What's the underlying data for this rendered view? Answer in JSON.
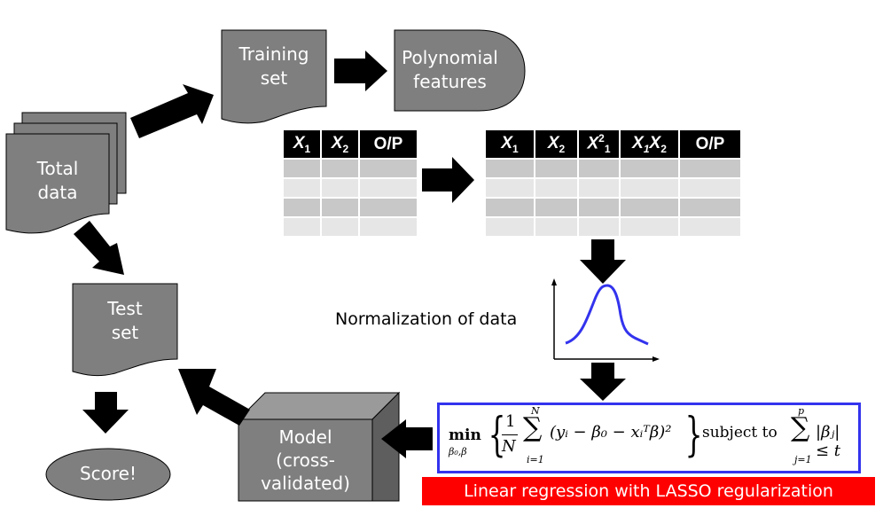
{
  "nodes": {
    "total_data": {
      "line1": "Total",
      "line2": "data"
    },
    "training_set": {
      "line1": "Training",
      "line2": "set"
    },
    "polynomial_features": {
      "line1": "Polynomial",
      "line2": "features"
    },
    "test_set": {
      "line1": "Test",
      "line2": "set"
    },
    "score": {
      "label": "Score!"
    },
    "model": {
      "line1": "Model",
      "line2": "(cross-",
      "line3": "validated)"
    }
  },
  "input_table": {
    "headers": [
      {
        "base": "X",
        "sub": "1"
      },
      {
        "base": "X",
        "sub": "2"
      },
      {
        "text": "O/P"
      }
    ],
    "row_count": 4
  },
  "feature_table": {
    "headers": [
      {
        "base": "X",
        "sub": "1"
      },
      {
        "base": "X",
        "sub": "2"
      },
      {
        "base": "X",
        "sup": "2",
        "sub": "1"
      },
      {
        "base1": "X",
        "sub1": "1",
        "base2": "X",
        "sub2": "2"
      },
      {
        "text": "O/P"
      }
    ],
    "row_count": 4
  },
  "normalization": {
    "label": "Normalization of data",
    "curve_color": "#3333ee"
  },
  "formula": {
    "min": "min",
    "min_sub": "β₀,β",
    "frac_num": "1",
    "frac_den": "N",
    "sum1_top": "N",
    "sum1_bottom": "i=1",
    "body": "(yᵢ − β₀ − xᵢᵀβ)²",
    "subject_to": "subject to",
    "sum2_top": "p",
    "sum2_bottom": "j=1",
    "constraint": "|βⱼ| ≤ t",
    "border_color": "#3333ee"
  },
  "caption": {
    "text": "Linear regression with LASSO regularization",
    "background": "#ff0000"
  },
  "colors": {
    "shape_fill": "#7f7f7f",
    "arrow": "#000000",
    "header_bg": "#000000",
    "row_dark": "#c8c8c8",
    "row_light": "#e6e6e6"
  }
}
